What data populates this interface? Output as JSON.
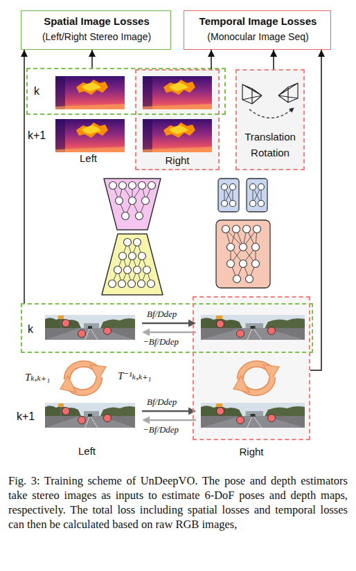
{
  "diagram": {
    "caption": "Fig. 3: Training scheme of UnDeepVO. The pose and depth estimators take stereo images as inputs to estimate 6-DoF poses and depth maps, respectively. The total loss including spatial losses and temporal losses can then be calculated based on raw RGB images,",
    "nodes": [
      {
        "text": [
          "Spatial Image Losses",
          "(Left/Right Stereo Image)"
        ]
      },
      {
        "text": [
          "Temporal Image Losses",
          "(Monocular Image Seq)"
        ]
      },
      {
        "text": [
          "k"
        ]
      },
      {
        "text": [
          "Right"
        ]
      },
      {
        "text": [
          "Translation Rotation"
        ]
      },
      {
        "text": [
          "k"
        ]
      },
      {
        "text": [
          "Right"
        ]
      }
    ],
    "edges": [
      {
        "from": 2,
        "to": 0,
        "arrow": "to"
      },
      {
        "from": 3,
        "to": 1,
        "arrow": "to"
      },
      {
        "from": 4,
        "to": 1,
        "arrow": "to"
      },
      {
        "from": 5,
        "to": 0,
        "arrow": "to"
      },
      {
        "from": 6,
        "to": 1,
        "arrow": "to"
      }
    ],
    "labels": [
      "k+1",
      "Left",
      "Bf/Ddep",
      "−Bf/Ddep",
      "Tₖ,ₖ₊₁",
      "T⁻¹ₖ,ₖ₊₁",
      "k+1",
      "Bf/Ddep",
      "−Bf/Ddep",
      "Left"
    ]
  }
}
